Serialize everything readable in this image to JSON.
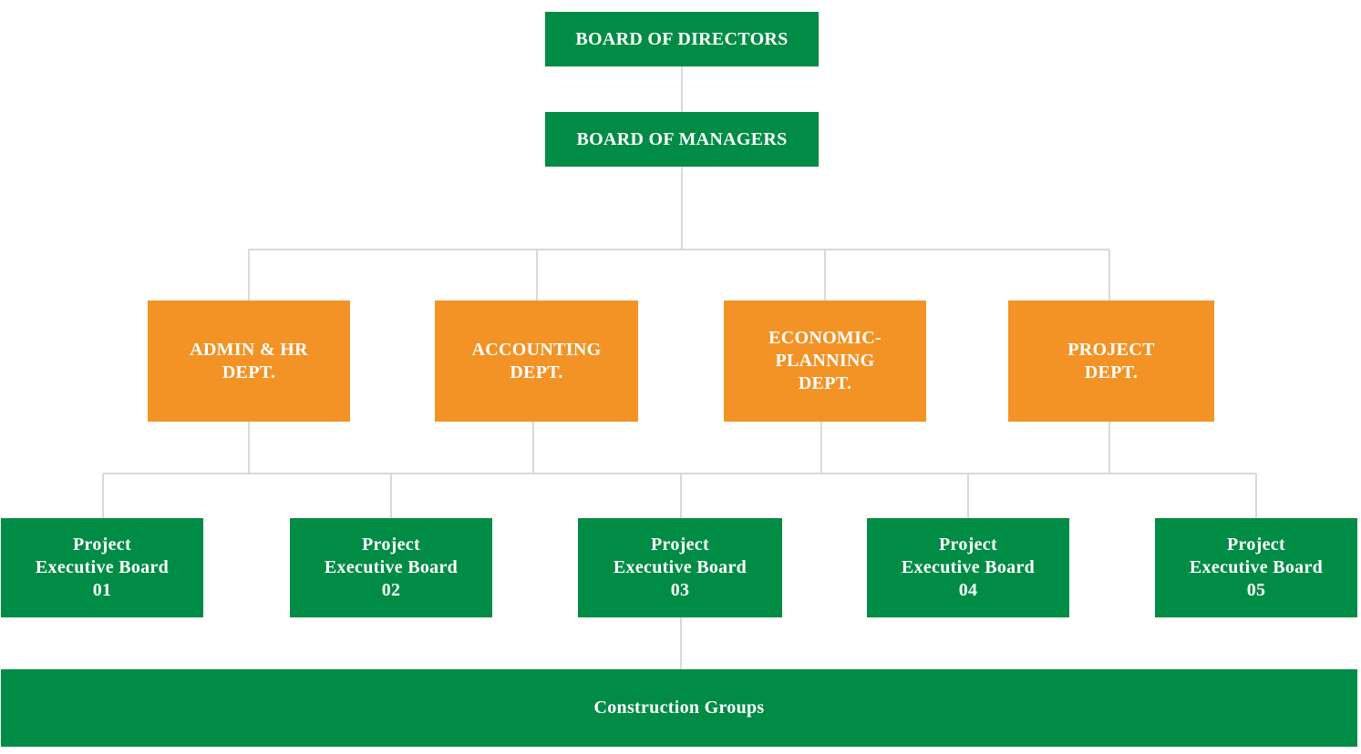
{
  "colors": {
    "green": "#008C45",
    "orange": "#F39325",
    "connector": "#d9d9d9",
    "text": "#ffffff"
  },
  "nodes": {
    "board_of_directors": "BOARD OF DIRECTORS",
    "board_of_managers": "BOARD OF MANAGERS",
    "admin_hr_dept": "ADMIN & HR\nDEPT.",
    "accounting_dept": "ACCOUNTING\nDEPT.",
    "economic_planning_dept": "ECONOMIC-\nPLANNING\nDEPT.",
    "project_dept": "PROJECT\nDEPT.",
    "peb_01": "Project\nExecutive Board\n01",
    "peb_02": "Project\nExecutive Board\n02",
    "peb_03": "Project\nExecutive Board\n03",
    "peb_04": "Project\nExecutive Board\n04",
    "peb_05": "Project\nExecutive Board\n05",
    "construction_groups": "Construction Groups"
  }
}
